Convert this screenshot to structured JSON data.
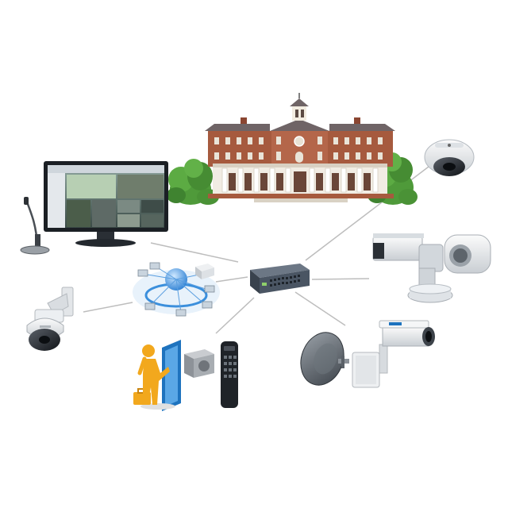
{
  "diagram": {
    "background": "#ffffff",
    "hub": {
      "icon": "network-switch-icon"
    },
    "nodes": [
      {
        "id": "building",
        "icon": "school-building-icon"
      },
      {
        "id": "monitor",
        "icon": "surveillance-monitor-icon"
      },
      {
        "id": "microphone",
        "icon": "desk-microphone-icon"
      },
      {
        "id": "dome-camera",
        "icon": "dome-camera-icon"
      },
      {
        "id": "ptz-camera",
        "icon": "ptz-camera-icon"
      },
      {
        "id": "network-cloud",
        "icon": "network-cloud-icon"
      },
      {
        "id": "speed-dome",
        "icon": "speed-dome-camera-icon"
      },
      {
        "id": "access-control",
        "icon": "access-control-icon"
      },
      {
        "id": "dish-antenna",
        "icon": "wireless-dish-antenna-icon"
      },
      {
        "id": "bullet-camera",
        "icon": "bullet-camera-icon"
      }
    ],
    "links": [
      {
        "from": "hub",
        "to": "monitor"
      },
      {
        "from": "hub",
        "to": "dome-camera"
      },
      {
        "from": "hub",
        "to": "network-cloud"
      },
      {
        "from": "hub",
        "to": "ptz-camera"
      },
      {
        "from": "hub",
        "to": "access-control"
      },
      {
        "from": "hub",
        "to": "dish-antenna"
      },
      {
        "from": "network-cloud",
        "to": "speed-dome"
      }
    ],
    "colors": {
      "line": "#bdbdbd",
      "brick": "#a65a3e",
      "roof": "#6f6466",
      "tree": "#4f9a3a",
      "switch": "#4a5563",
      "camera": "#e9ecef",
      "accent": "#1e73be",
      "figure": "#f2a81d"
    }
  }
}
